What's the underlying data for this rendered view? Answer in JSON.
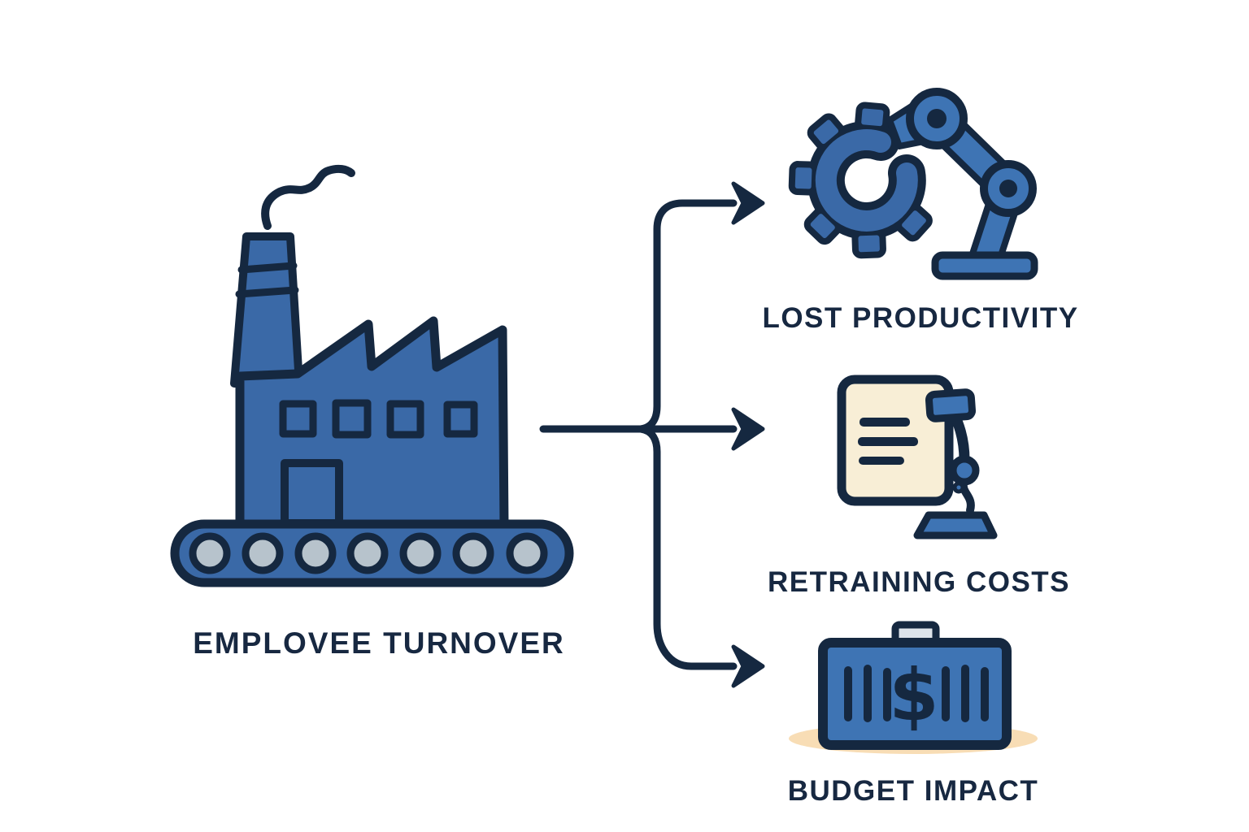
{
  "diagram": {
    "title": "employee turnover impact diagram",
    "source": {
      "label": "EMPLOVEE TURNOVER",
      "icon": "factory-on-conveyor-icon"
    },
    "outcomes": [
      {
        "label": "LOST PRODUCTIVITY",
        "icon": "broken-gear-robot-arm-icon"
      },
      {
        "label": "RETRAINING COSTS",
        "icon": "document-desk-lamp-icon"
      },
      {
        "label": "BUDGET IMPACT",
        "icon": "briefcase-dollar-icon",
        "symbol": "$"
      }
    ],
    "arrows": {
      "count": 3,
      "from": "source",
      "to": "outcomes"
    },
    "colors": {
      "background": "#ffffff",
      "primary_blue": "#3a69a7",
      "accent_blue": "#3e74b4",
      "outline_navy": "#152840",
      "text_navy": "#172841",
      "document_cream": "#f8eed6",
      "shadow_peach": "#f8ddb5",
      "roller_gray": "#b7c3cc",
      "handle_gray": "#dde3ea"
    }
  }
}
